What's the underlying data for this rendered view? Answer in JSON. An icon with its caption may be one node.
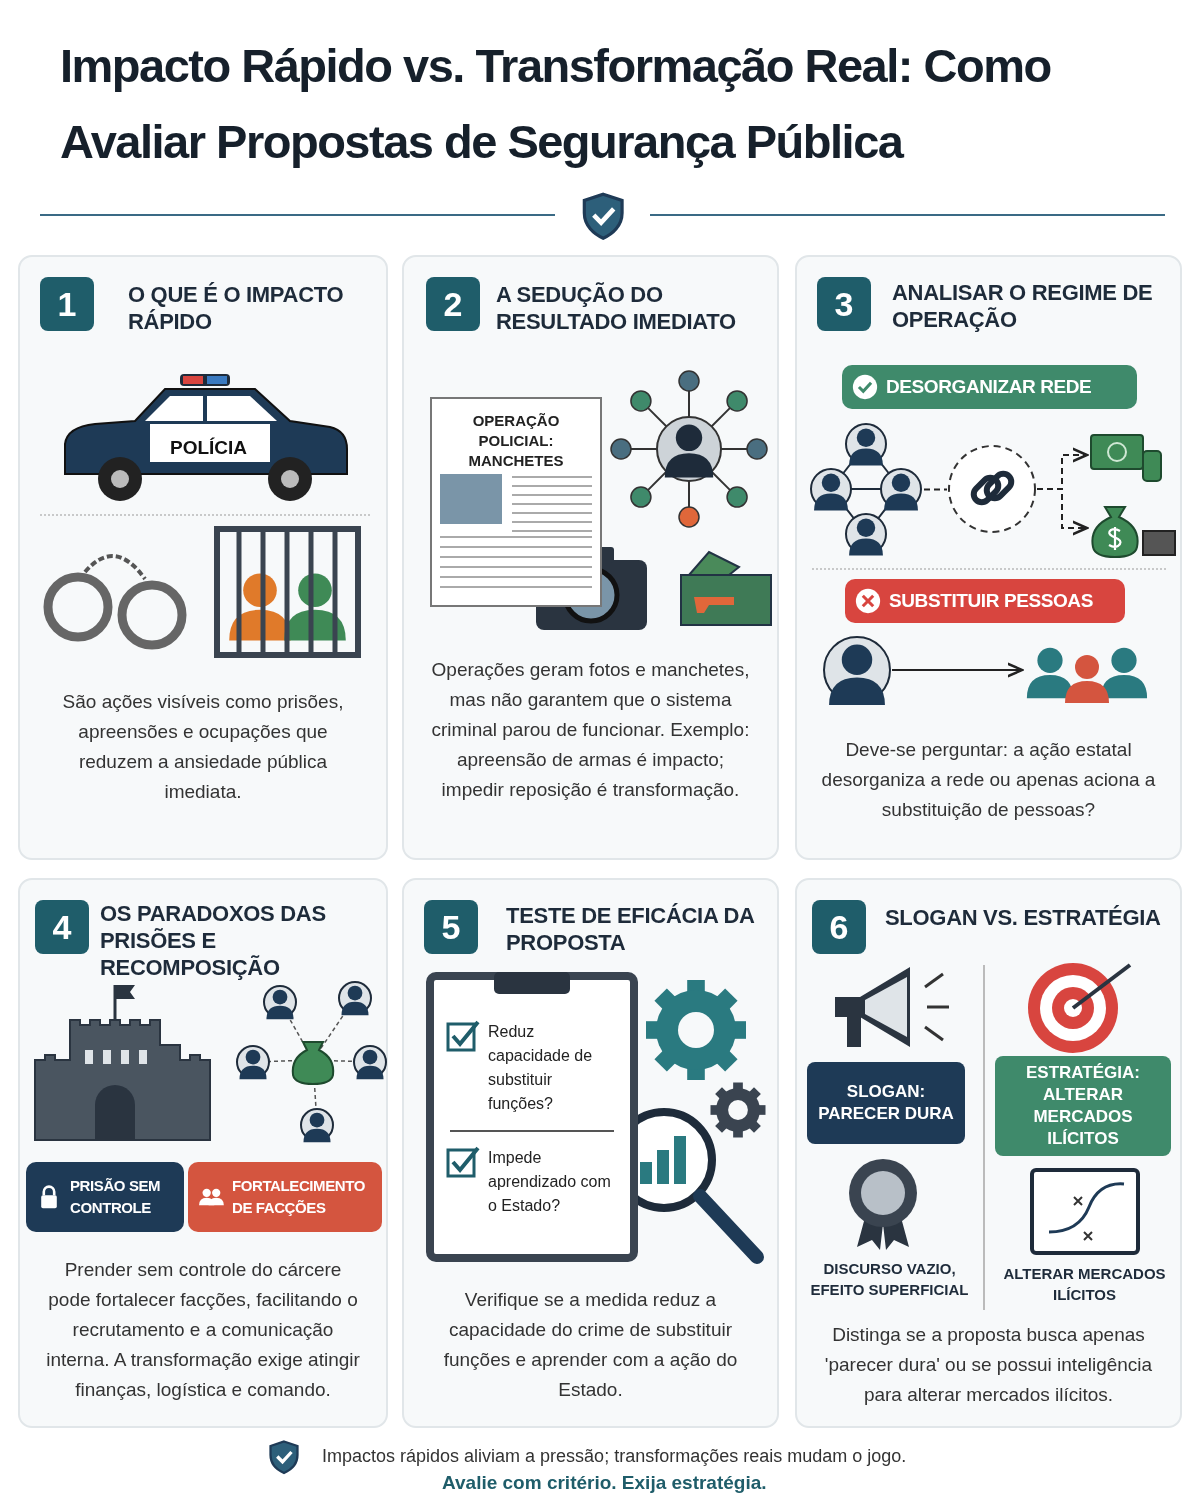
{
  "diagram": {
    "title": "Impacto Rápido vs. Transformação Real: Como Avaliar Propostas de Segurança Pública",
    "nodes": [
      {
        "text": [
          "1",
          "O QUE É O IMPACTO RÁPIDO",
          "São ações visíveis como prisões, apreensões e ocupações que reduzem a ansiedade pública imediata."
        ]
      },
      {
        "text": [
          "2",
          "A SEDUÇÃO DO RESULTADO IMEDIATO",
          "Operações geram fotos e manchetes, mas não garantem que o sistema criminal parou de funcionar. Exemplo: apreensão de armas é impacto; impedir reposição é transformação."
        ]
      },
      {
        "text": [
          "OPERAÇÃO POLICIAL: MANCHETES"
        ],
        "in": 1
      },
      {
        "text": [
          "3",
          "ANALISAR O REGIME DE OPERAÇÃO",
          "Deve-se perguntar: a ação estatal desorganiza a rede ou apenas aciona a substituição de pessoas?"
        ]
      },
      {
        "text": [
          "DESORGANIZAR REDE"
        ],
        "in": 3
      },
      {
        "text": [],
        "shape": "picture",
        "in": 3
      },
      {
        "text": [],
        "shape": "circle",
        "in": 3
      },
      {
        "text": [],
        "shape": "picture",
        "in": 3
      },
      {
        "text": [],
        "shape": "picture",
        "in": 3
      },
      {
        "text": [
          "SUBSTITUIR PESSOAS"
        ],
        "in": 3
      },
      {
        "text": [],
        "shape": "person",
        "in": 3
      },
      {
        "text": [],
        "shape": "person",
        "in": 3
      },
      {
        "text": [
          "4",
          "OS PARADOXOS DAS PRISÕES E RECOMPOSIÇÃO",
          "Prender sem controle do cárcere pode fortalecer facções, facilitando o recrutamento e a comunicação interna. A transformação exige atingir finanças, logística e comando."
        ]
      },
      {
        "text": [
          "PRISÃO SEM CONTROLE"
        ],
        "in": 12
      },
      {
        "text": [
          "FORTALECIMENTO DE FACÇÕES"
        ],
        "in": 12
      },
      {
        "text": [
          "5",
          "TESTE DE EFICÁCIA DA PROPOSTA",
          "Verifique se a medida reduz a capacidade do crime de substituir funções e aprender com a ação do Estado."
        ]
      },
      {
        "text": [
          "Reduz capacidade de substituir funções?",
          "Impede aprendizado com o Estado?"
        ],
        "in": 15
      },
      {
        "text": [
          "6",
          "SLOGAN VS. ESTRATÉGIA",
          "Distinga se a proposta busca apenas 'parecer dura' ou se possui inteligência para alterar mercados ilícitos."
        ]
      },
      {
        "text": [
          "SLOGAN: PARECER DURA"
        ],
        "in": 17
      },
      {
        "text": [
          "ESTRATÉGIA: ALTERAR MERCADOS ILÍCITOS"
        ],
        "in": 17
      }
    ],
    "edges": [
      {
        "from": 5,
        "to": 6,
        "arrow": "none",
        "style": "dashed"
      },
      {
        "from": 6,
        "to": 7,
        "arrow": "to",
        "style": "dashed"
      },
      {
        "from": 6,
        "to": 8,
        "arrow": "to",
        "style": "dashed"
      },
      {
        "from": 10,
        "to": 11,
        "arrow": "to"
      }
    ],
    "labels": [
      "POLÍCIA",
      "DISCURSO VAZIO, EFEITO SUPERFICIAL",
      "ALTERAR MERCADOS ILÍCITOS",
      "Impactos rápidos aliviam a pressão; transformações reais mudam o jogo.",
      "Avalie com critério. Exija estratégia."
    ]
  }
}
